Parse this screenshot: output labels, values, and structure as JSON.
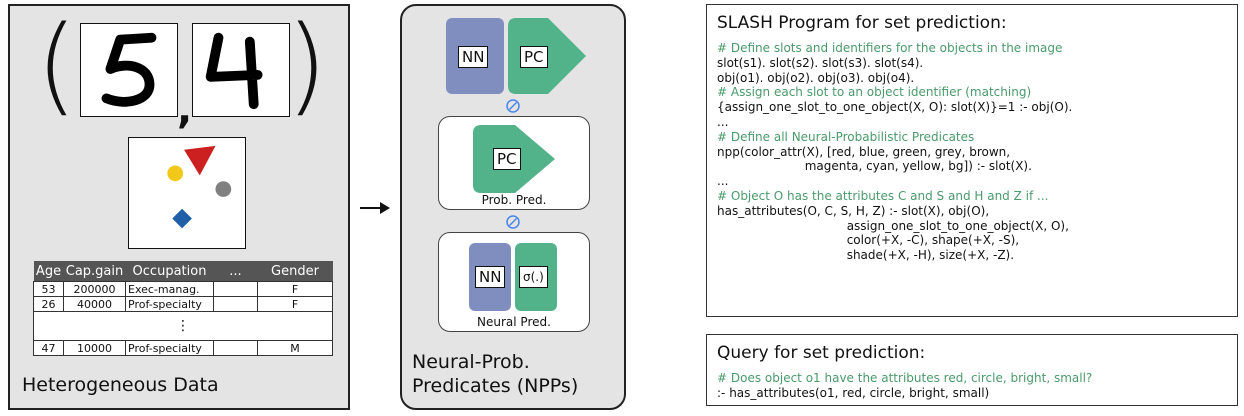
{
  "heterogeneous_panel": {
    "caption": "Heterogeneous Data",
    "digits": [
      "5",
      "4"
    ],
    "table": {
      "headers": [
        "Age",
        "Cap.gain",
        "Occupation",
        "...",
        "Gender"
      ],
      "rows": [
        [
          "53",
          "200000",
          "Exec-manag.",
          "",
          "F"
        ],
        [
          "26",
          "40000",
          "Prof-specialty",
          "",
          "F"
        ]
      ],
      "ellipsis": "⋮",
      "last_row": [
        "47",
        "10000",
        "Prof-specialty",
        "",
        "M"
      ]
    }
  },
  "npp_panel": {
    "caption_line1": "Neural-Prob.",
    "caption_line2": "Predicates (NPPs)",
    "top_labels": {
      "nn": "NN",
      "pc": "PC"
    },
    "prob_pred": {
      "pc": "PC",
      "caption": "Prob. Pred."
    },
    "neural_pred": {
      "nn": "NN",
      "sigma": "σ(.)",
      "caption": "Neural Pred."
    }
  },
  "program": {
    "title": "SLASH Program for set prediction:",
    "lines": [
      {
        "text": "# Define slots and identifiers for the objects in the image",
        "comment": true
      },
      {
        "text": "slot(s1). slot(s2). slot(s3). slot(s4).",
        "comment": false
      },
      {
        "text": "obj(o1). obj(o2). obj(o3). obj(o4).",
        "comment": false
      },
      {
        "text": "# Assign each slot to an object identifier (matching)",
        "comment": true
      },
      {
        "text": "{assign_one_slot_to_one_object(X, O): slot(X)}=1 :- obj(O).",
        "comment": false
      },
      {
        "text": "...",
        "comment": false
      },
      {
        "text": "# Define all Neural-Probabilistic Predicates",
        "comment": true
      },
      {
        "text": "npp(color_attr(X), [red, blue, green, grey, brown,",
        "comment": false
      },
      {
        "text": "                       magenta, cyan, yellow, bg]) :- slot(X).",
        "comment": false
      },
      {
        "text": "...",
        "comment": false
      },
      {
        "text": "# Object O has the attributes C and S and H and Z if ...",
        "comment": true
      },
      {
        "text": "has_attributes(O, C, S, H, Z) :- slot(X), obj(O),",
        "comment": false
      },
      {
        "text": "                                  assign_one_slot_to_one_object(X, O),",
        "comment": false
      },
      {
        "text": "                                  color(+X, -C), shape(+X, -S),",
        "comment": false
      },
      {
        "text": "                                  shade(+X, -H), size(+X, -Z).",
        "comment": false
      }
    ]
  },
  "query": {
    "title": "Query for set prediction:",
    "lines": [
      {
        "text": "# Does object o1 have the attributes red, circle, bright, small?",
        "comment": true
      },
      {
        "text": ":- has_attributes(o1, red, circle, bright, small)",
        "comment": false
      }
    ]
  },
  "colors": {
    "nn": "#7f8ebf",
    "pc": "#52b38a",
    "comment": "#4a9a6b",
    "panel_bg": "#e4e4e4",
    "compose_circle": "#4a86e8",
    "scene_triangle": "#cc1f1f",
    "scene_circle_yellow": "#f2c81a",
    "scene_circle_grey": "#808080",
    "scene_diamond": "#1f5fa8"
  }
}
